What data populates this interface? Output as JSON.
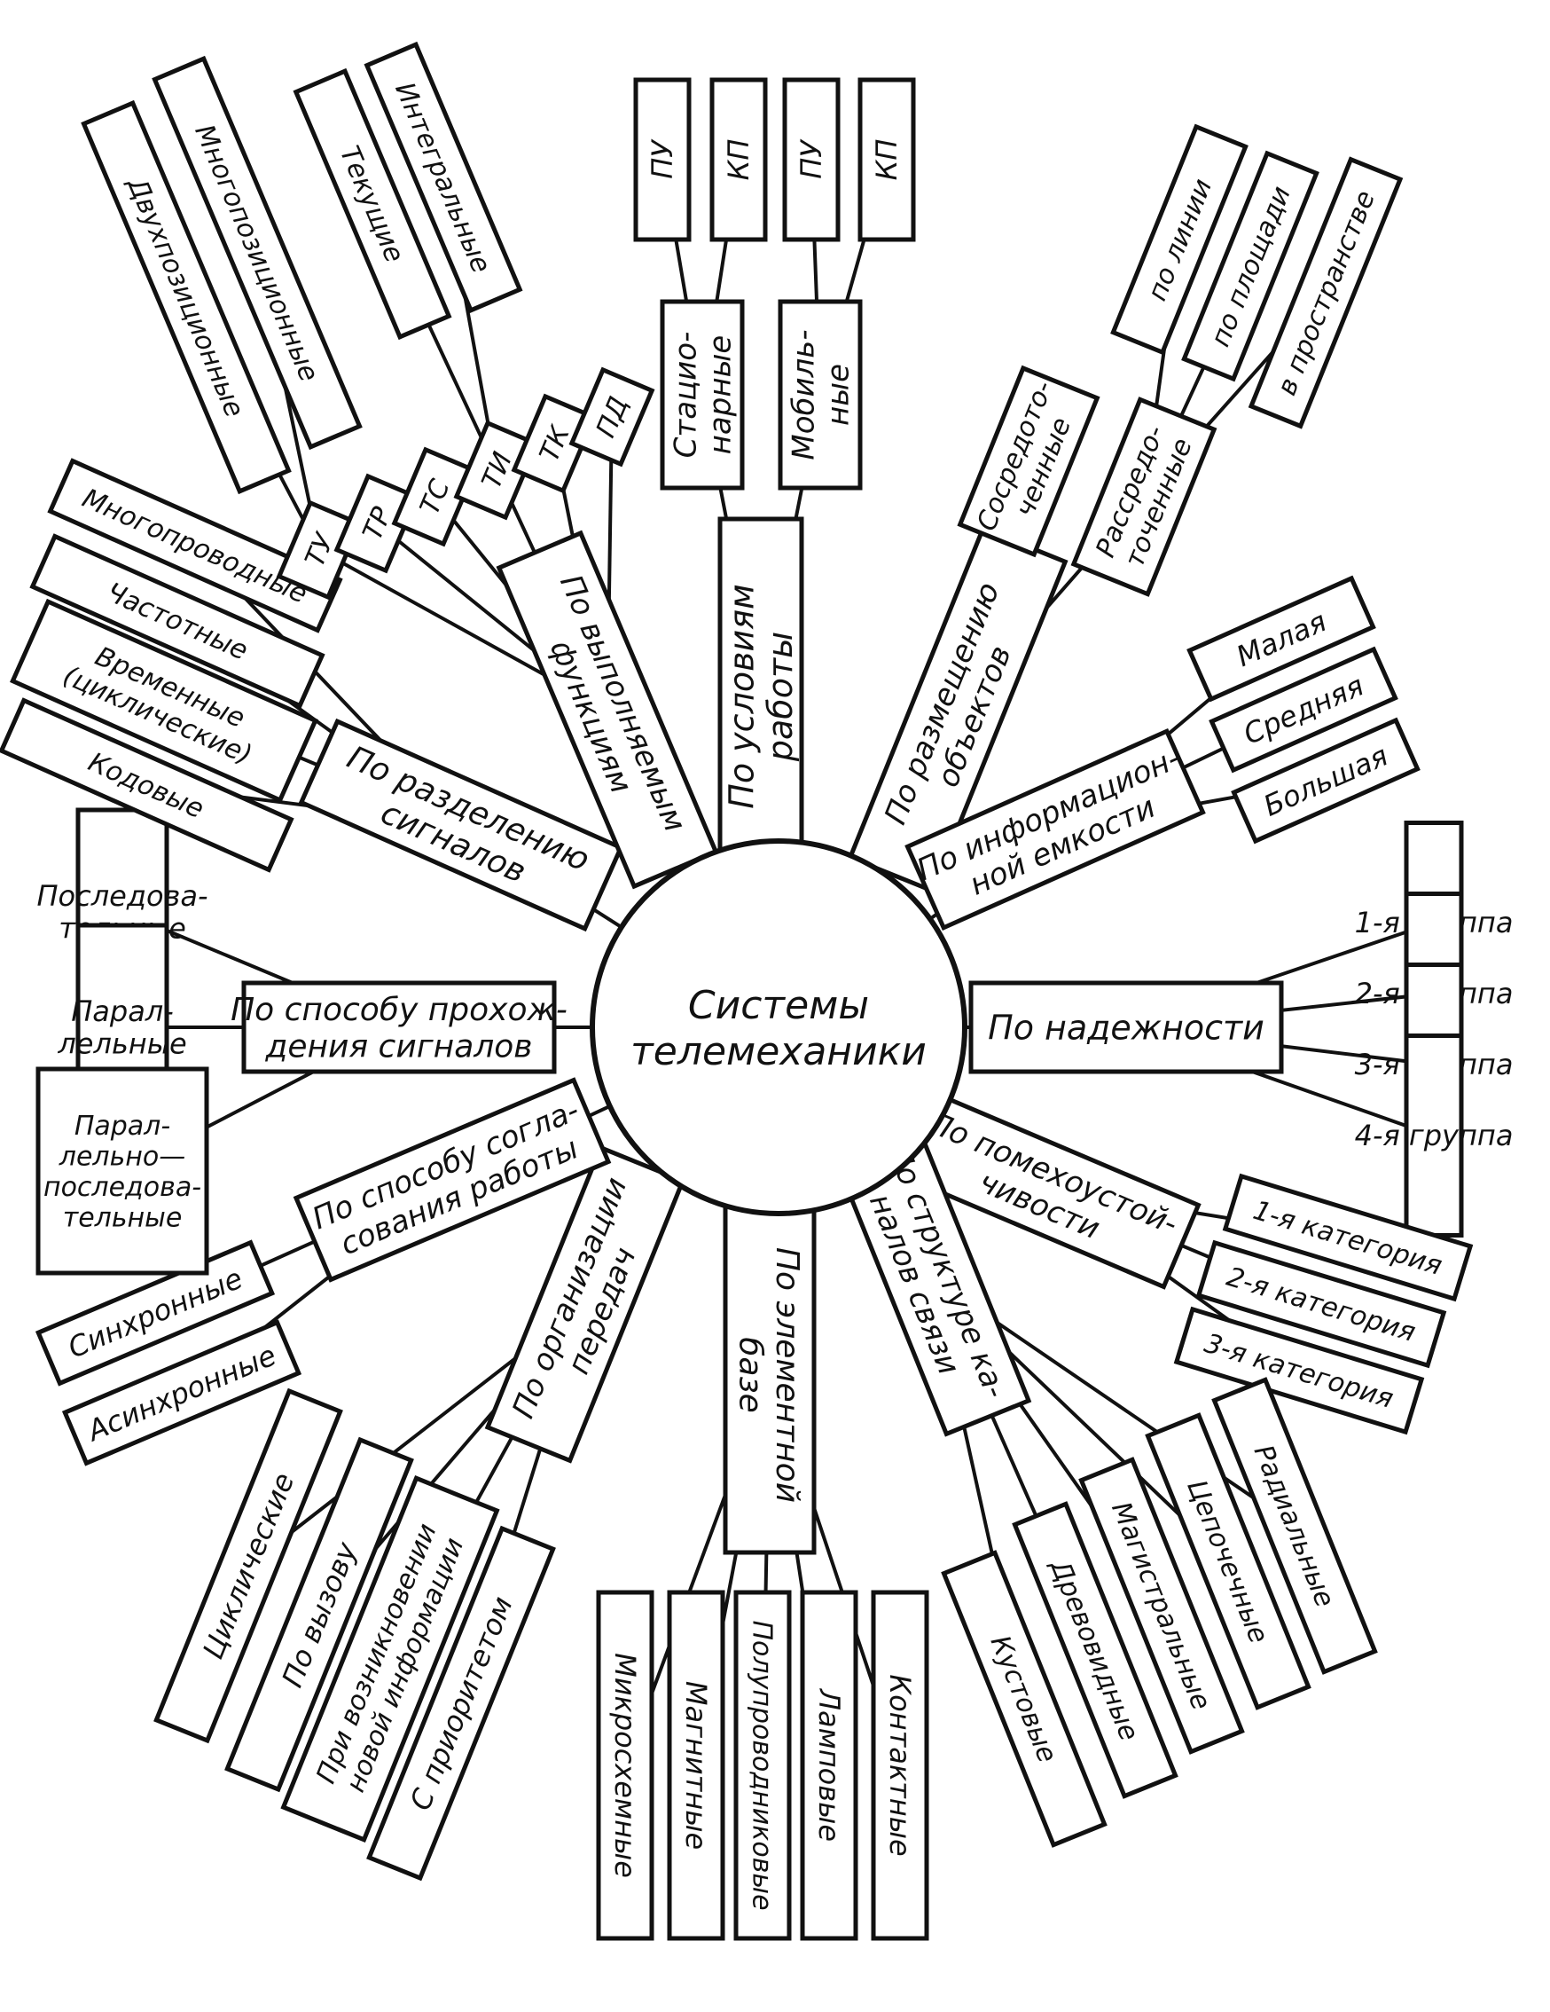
{
  "center": {
    "lines": [
      "Системы",
      "телемеханики"
    ]
  },
  "branches": [
    {
      "id": "work",
      "lines": [
        "По условиям",
        "работы"
      ],
      "children": [
        {
          "lines": [
            "Стацио-",
            "нарные"
          ],
          "children": [
            {
              "lines": [
                "ПУ"
              ]
            },
            {
              "lines": [
                "КП"
              ]
            }
          ]
        },
        {
          "lines": [
            "Мобиль-",
            "ные"
          ],
          "children": [
            {
              "lines": [
                "ПУ"
              ]
            },
            {
              "lines": [
                "КП"
              ]
            }
          ]
        }
      ]
    },
    {
      "id": "placement",
      "lines": [
        "По размещению",
        "объектов"
      ],
      "children": [
        {
          "lines": [
            "Сосредото-",
            "ченные"
          ]
        },
        {
          "lines": [
            "Рассредо-",
            "точенные"
          ],
          "children": [
            {
              "lines": [
                "по линии"
              ]
            },
            {
              "lines": [
                "по площади"
              ]
            },
            {
              "lines": [
                "в пространстве"
              ]
            }
          ]
        }
      ]
    },
    {
      "id": "capacity",
      "lines": [
        "По информацион-",
        "ной емкости"
      ],
      "children": [
        {
          "lines": [
            "Малая"
          ]
        },
        {
          "lines": [
            "Средняя"
          ]
        },
        {
          "lines": [
            "Большая"
          ]
        }
      ]
    },
    {
      "id": "reliability",
      "lines": [
        "По надежности"
      ],
      "children": [
        {
          "lines": [
            "1-я группа"
          ]
        },
        {
          "lines": [
            "2-я группа"
          ]
        },
        {
          "lines": [
            "3-я группа"
          ]
        },
        {
          "lines": [
            "4-я группа"
          ]
        }
      ]
    },
    {
      "id": "noise",
      "lines": [
        "По помехоустой-",
        "чивости"
      ],
      "children": [
        {
          "lines": [
            "1-я категория"
          ]
        },
        {
          "lines": [
            "2-я категория"
          ]
        },
        {
          "lines": [
            "3-я категория"
          ]
        }
      ]
    },
    {
      "id": "channels",
      "lines": [
        "По структуре ка-",
        "налов связи"
      ],
      "children": [
        {
          "lines": [
            "Радиальные"
          ]
        },
        {
          "lines": [
            "Цепочечные"
          ]
        },
        {
          "lines": [
            "Магистральные"
          ]
        },
        {
          "lines": [
            "Древовидные"
          ]
        },
        {
          "lines": [
            "Кустовые"
          ]
        }
      ]
    },
    {
      "id": "elements",
      "lines": [
        "По элементной",
        "базе"
      ],
      "children": [
        {
          "lines": [
            "Микросхемные"
          ]
        },
        {
          "lines": [
            "Магнитные"
          ]
        },
        {
          "lines": [
            "Полупроводниковые"
          ]
        },
        {
          "lines": [
            "Ламповые"
          ]
        },
        {
          "lines": [
            "Контактные"
          ]
        }
      ]
    },
    {
      "id": "transmission",
      "lines": [
        "По организации",
        "передач"
      ],
      "children": [
        {
          "lines": [
            "Циклические"
          ]
        },
        {
          "lines": [
            "По вызову"
          ]
        },
        {
          "lines": [
            "При возникновении",
            "новой информации"
          ]
        },
        {
          "lines": [
            "С приоритетом"
          ]
        }
      ]
    },
    {
      "id": "coordination",
      "lines": [
        "По способу согла-",
        "сования работы"
      ],
      "children": [
        {
          "lines": [
            "Синхронные"
          ]
        },
        {
          "lines": [
            "Асинхронные"
          ]
        }
      ]
    },
    {
      "id": "passage",
      "lines": [
        "По способу прохож-",
        "дения сигналов"
      ],
      "children": [
        {
          "lines": [
            "Последова-",
            "тельные"
          ]
        },
        {
          "lines": [
            "Парал-",
            "лельные"
          ]
        },
        {
          "lines": [
            "Парал-",
            "лельно—",
            "последова-",
            "тельные"
          ]
        }
      ]
    },
    {
      "id": "separation",
      "lines": [
        "По разделению",
        "сигналов"
      ],
      "children": [
        {
          "lines": [
            "Многопроводные"
          ]
        },
        {
          "lines": [
            "Частотные"
          ]
        },
        {
          "lines": [
            "Временные",
            "(циклические)"
          ]
        },
        {
          "lines": [
            "Кодовые"
          ]
        }
      ]
    },
    {
      "id": "functions",
      "lines": [
        "По выполняемым",
        "функциям"
      ],
      "children": [
        {
          "lines": [
            "ТУ"
          ],
          "children": [
            {
              "lines": [
                "Двухпозиционные"
              ]
            },
            {
              "lines": [
                "Многопозиционные"
              ]
            }
          ]
        },
        {
          "lines": [
            "ТР"
          ]
        },
        {
          "lines": [
            "ТС"
          ]
        },
        {
          "lines": [
            "ТИ"
          ],
          "children": [
            {
              "lines": [
                "Текущие"
              ]
            },
            {
              "lines": [
                "Интегральные"
              ]
            }
          ]
        },
        {
          "lines": [
            "ТК"
          ]
        },
        {
          "lines": [
            "ПД"
          ]
        }
      ]
    }
  ]
}
